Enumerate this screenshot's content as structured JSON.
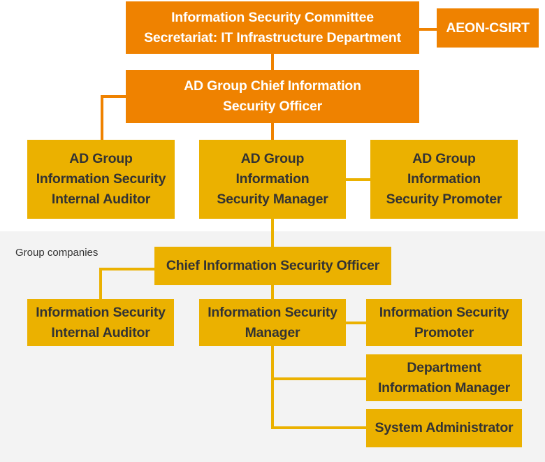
{
  "group_label": "Group companies",
  "nodes": {
    "committee": {
      "lines": [
        "Information Security Committee",
        "Secretariat: IT Infrastructure Department"
      ]
    },
    "aeon_csirt": {
      "lines": [
        "AEON-CSIRT"
      ]
    },
    "ad_ciso": {
      "lines": [
        "AD Group Chief Information",
        "Security Officer"
      ]
    },
    "ad_auditor": {
      "lines": [
        "AD Group",
        "Information Security",
        "Internal Auditor"
      ]
    },
    "ad_manager": {
      "lines": [
        "AD Group",
        "Information",
        "Security Manager"
      ]
    },
    "ad_promoter": {
      "lines": [
        "AD Group",
        "Information",
        "Security Promoter"
      ]
    },
    "ciso": {
      "lines": [
        "Chief Information Security Officer"
      ]
    },
    "auditor": {
      "lines": [
        "Information Security",
        "Internal Auditor"
      ]
    },
    "manager": {
      "lines": [
        "Information Security",
        "Manager"
      ]
    },
    "promoter": {
      "lines": [
        "Information Security",
        "Promoter"
      ]
    },
    "dept_info_manager": {
      "lines": [
        "Department",
        "Information Manager"
      ]
    },
    "sysadmin": {
      "lines": [
        "System Administrator"
      ]
    }
  },
  "colors": {
    "orange": "#ef8200",
    "yellow": "#ebb100",
    "group_background": "#f3f3f3"
  }
}
